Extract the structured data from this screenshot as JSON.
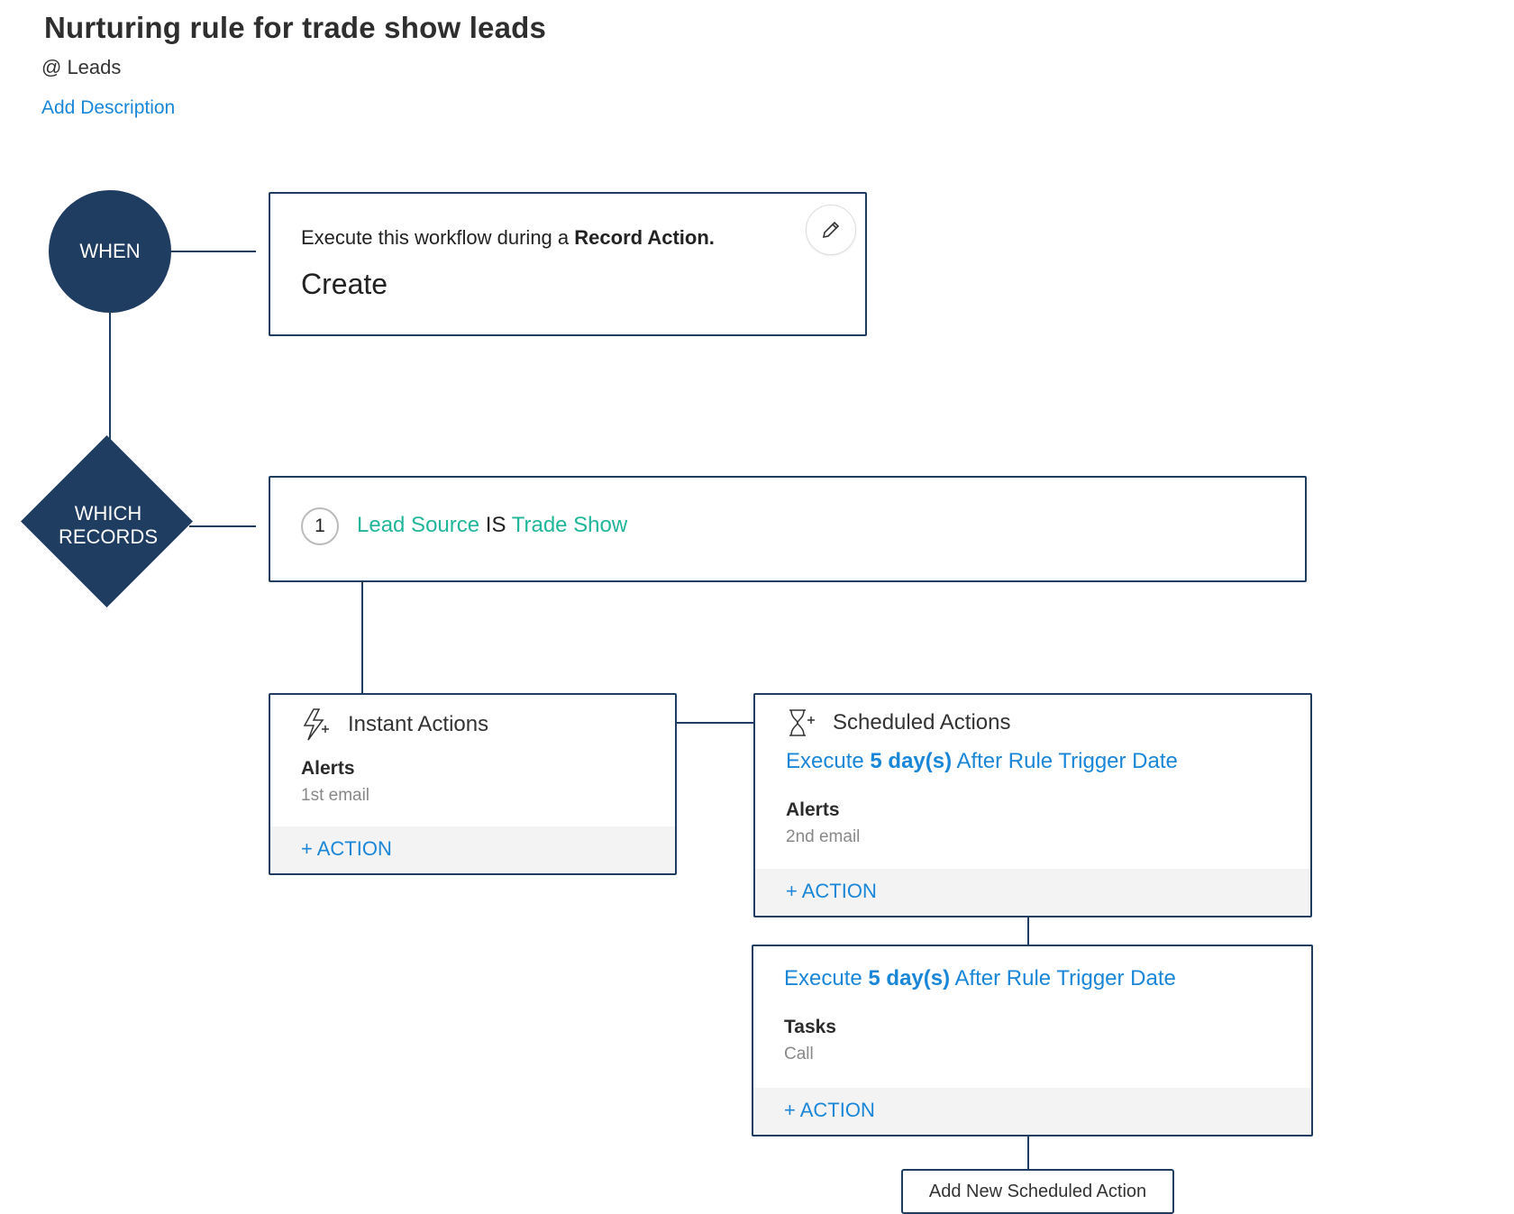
{
  "header": {
    "title": "Nurturing rule for trade show leads",
    "module": "@ Leads",
    "add_description": "Add Description"
  },
  "when": {
    "label": "WHEN",
    "text_prefix": "Execute this workflow during a",
    "text_bold": "Record Action.",
    "value": "Create"
  },
  "which": {
    "label_line1": "WHICH",
    "label_line2": "RECORDS",
    "criteria": {
      "number": "1",
      "field": "Lead Source",
      "operator": "IS",
      "value": "Trade Show"
    }
  },
  "instant": {
    "heading": "Instant Actions",
    "action_type": "Alerts",
    "action_name": "1st email",
    "add_action": "+ ACTION"
  },
  "scheduled": {
    "heading": "Scheduled Actions",
    "groups": [
      {
        "execute_prefix": "Execute",
        "execute_bold": "5 day(s)",
        "execute_suffix": "After Rule Trigger Date",
        "action_type": "Alerts",
        "action_name": "2nd email",
        "add_action": "+ ACTION"
      },
      {
        "execute_prefix": "Execute",
        "execute_bold": "5 day(s)",
        "execute_suffix": "After Rule Trigger Date",
        "action_type": "Tasks",
        "action_name": "Call",
        "add_action": "+ ACTION"
      }
    ],
    "add_new": "Add New Scheduled Action"
  },
  "colors": {
    "navy": "#1f3c61",
    "link_blue": "#1a86d8",
    "teal": "#21b59a"
  },
  "icons": [
    "pencil-icon",
    "lightning-plus-icon",
    "hourglass-plus-icon"
  ]
}
